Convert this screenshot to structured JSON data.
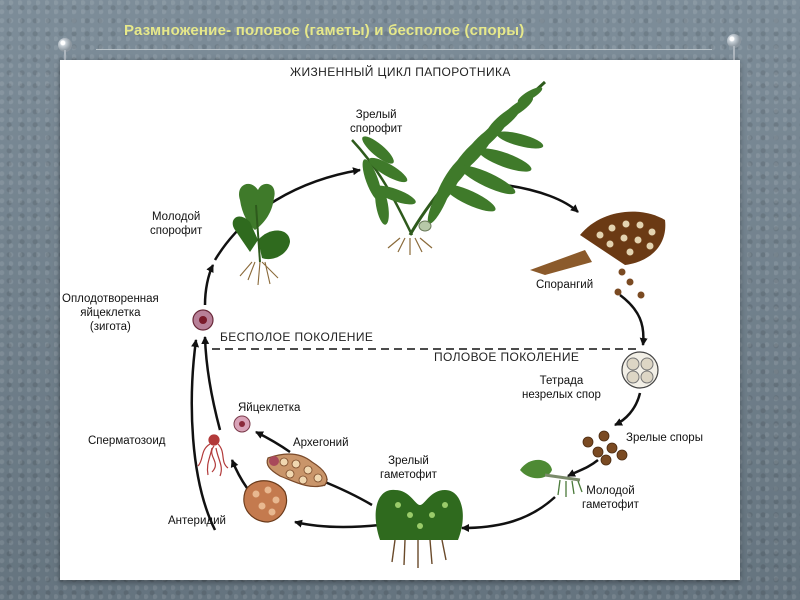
{
  "slide": {
    "title": "Размножение- половое (гаметы) и бесполое (споры)"
  },
  "diagram": {
    "heading": "ЖИЗНЕННЫЙ ЦИКЛ ПАПОРОТНИКА",
    "asexual_generation": "БЕСПОЛОЕ ПОКОЛЕНИЕ",
    "sexual_generation": "ПОЛОВОЕ ПОКОЛЕНИЕ",
    "labels": {
      "mature_sporophyte": [
        "Зрелый",
        "спорофит"
      ],
      "sporangium": "Спорангий",
      "tetrad": [
        "Тетрада",
        "незрелых спор"
      ],
      "mature_spores": "Зрелые споры",
      "young_gametophyte": [
        "Молодой",
        "гаметофит"
      ],
      "mature_gametophyte": [
        "Зрелый",
        "гаметофит"
      ],
      "archegonium": "Архегоний",
      "egg": "Яйцеклетка",
      "antheridium": "Антеридий",
      "spermatozoid": "Сперматозоид",
      "zygote": [
        "Оплодотворенная",
        "яйцеклетка",
        "(зигота)"
      ],
      "young_sporophyte": [
        "Молодой",
        "спорофит"
      ]
    }
  },
  "colors": {
    "title": "#e6e88a",
    "arrow": "#111111",
    "fern_green": "#3f7a2a",
    "spore_brown": "#7a4a22"
  }
}
